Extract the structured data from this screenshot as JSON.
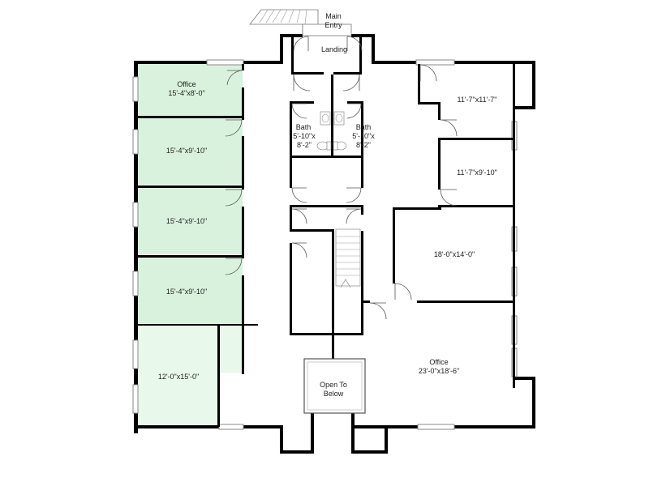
{
  "rooms": {
    "main_entry": "Main\nEntry",
    "landing": "Landing",
    "office_top_left_name": "Office",
    "office_top_left_dim": "15'-4\"x8'-0\"",
    "room_left_2": "15'-4\"x9'-10\"",
    "room_left_3": "15'-4\"x9'-10\"",
    "room_left_4": "15'-4\"x9'-10\"",
    "room_left_5": "12'-0\"x15'-0\"",
    "bath_left_name": "Bath",
    "bath_left_dim": "5'-10\"x\n8'-2\"",
    "bath_right_name": "Bath",
    "bath_right_dim": "5'-10\"x\n8'-2\"",
    "room_right_1": "11'-7\"x11'-7\"",
    "room_right_2": "11'-7\"x9'-10\"",
    "room_right_3": "18'-0\"x14'-0\"",
    "office_bottom_right_name": "Office",
    "office_bottom_right_dim": "23'-0\"x18'-6\"",
    "open_to_below": "Open To\nBelow"
  },
  "colors": {
    "room_fill": "#d9f2dd",
    "room_fill_light": "#e8f8ea",
    "wall": "#000000"
  }
}
